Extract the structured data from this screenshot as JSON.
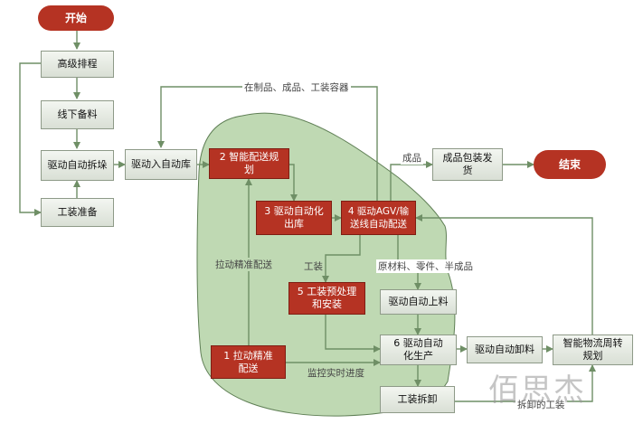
{
  "nodes": {
    "start": "开始",
    "schedule": "高级排程",
    "offline_prep": "线下备料",
    "auto_unstack": "驱动自动拆垛",
    "tooling_prep": "工装准备",
    "auto_store": "驱动入自动库",
    "plan": "2 智能配送规划",
    "outbound": "3 驱动自动化出库",
    "agv": "4 驱动AGV/输送线自动配送",
    "tool_pre": "5 工装预处理和安装",
    "pull": "1 拉动精准配送",
    "auto_load": "驱动自动上料",
    "produce": "6 驱动自动化生产",
    "auto_unload": "驱动自动卸料",
    "turnover": "智能物流周转规划",
    "tool_remove": "工装拆卸",
    "packing": "成品包装发货",
    "end": "结束"
  },
  "labels": {
    "wip": "在制品、成品、工装容器",
    "finished": "成品",
    "tooling": "工装",
    "materials": "原材料、零件、半成品",
    "pull_precise": "拉动精准配送",
    "monitor": "监控实时进度",
    "unload_tool": "拆卸的工装"
  },
  "watermark": "佰思杰",
  "colors": {
    "red": "#b53323",
    "zone": "#bfd9b3",
    "arrow": "#6f8f66"
  }
}
